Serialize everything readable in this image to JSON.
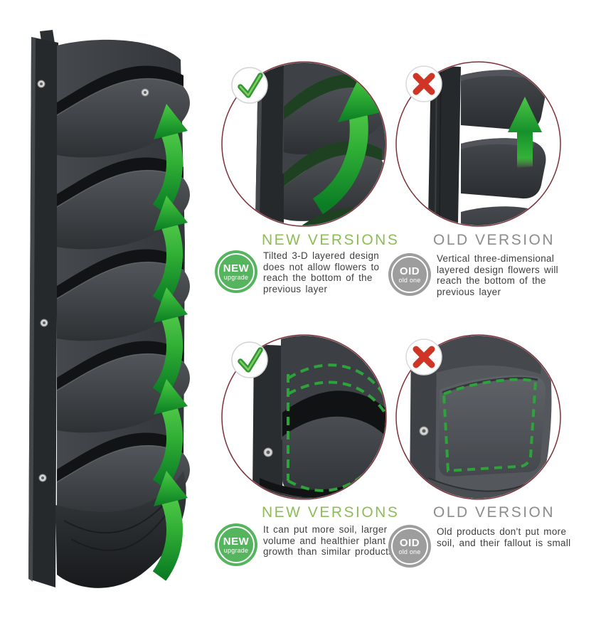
{
  "colors": {
    "accent_green": "#8cbd57",
    "title_gray": "#8c8c8c",
    "body_text": "#3e3e3e",
    "badge_green": "#55b55e",
    "badge_gray": "#9d9d9d",
    "check_green": "#2f9a33",
    "cross_red": "#cf3425",
    "dash_green": "#2ea23b",
    "circle_outline": "#7e3038",
    "arrow_green_dark": "#0b7d24",
    "arrow_green_light": "#4ec647"
  },
  "comparisons": [
    {
      "new": {
        "title": "NEW VERSIONS",
        "badge_line1": "NEW",
        "badge_line2": "upgrade",
        "description": "Tilted 3-D layered design does not allow flowers to reach the bottom of the previous layer"
      },
      "old": {
        "title": "OLD VERSION",
        "badge_line1": "OID",
        "badge_line2": "old one",
        "description": "Vertical three-dimensional layered design flowers will reach the bottom of the previous layer"
      }
    },
    {
      "new": {
        "title": "NEW VERSIONS",
        "badge_line1": "NEW",
        "badge_line2": "upgrade",
        "description": "It can put more soil, larger volume and healthier plant growth than similar products"
      },
      "old": {
        "title": "OLD VERSION",
        "badge_line1": "OID",
        "badge_line2": "old one",
        "description": "Old products don't put more soil, and their fallout is small"
      }
    }
  ]
}
